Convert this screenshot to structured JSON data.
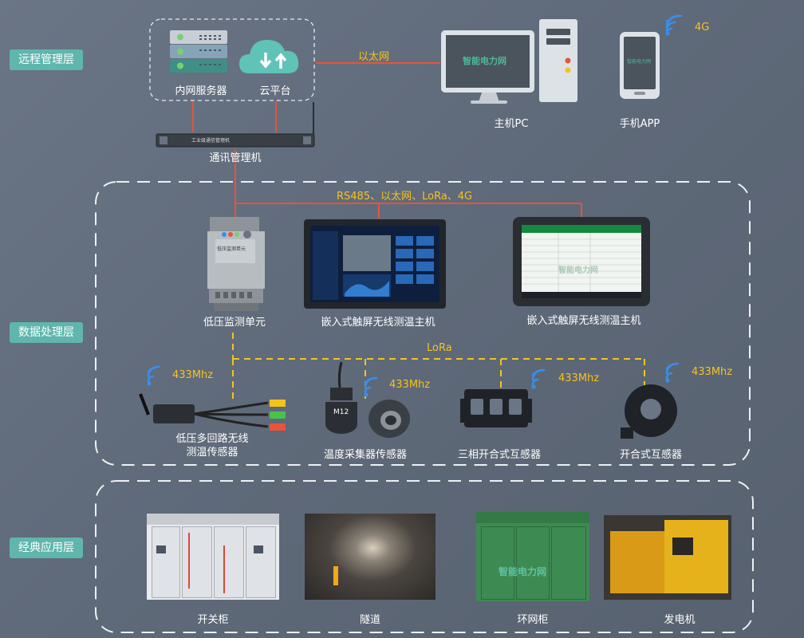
{
  "layers": {
    "remote": "远程管理层",
    "data": "数据处理层",
    "app": "经典应用层"
  },
  "remote": {
    "intranet_server": "内网服务器",
    "cloud_platform": "云平台",
    "ethernet": "以太网",
    "comm_manager": "通讯管理机",
    "comm_manager_panel_text": "工业级通信管理机",
    "host_pc": "主机PC",
    "mobile_app": "手机APP",
    "signal_4g": "4G",
    "watermark": "智能电力网"
  },
  "data_layer": {
    "protocols": "RS485、以太网、LoRa、4G",
    "lv_monitor_unit": "低压监测单元",
    "lv_panel_text": "低压监测单元",
    "touch_host_1": "嵌入式触屏无线测温主机",
    "touch_host_2": "嵌入式触屏无线测温主机",
    "lora": "LoRa",
    "freq_1": "433Mhz",
    "freq_2": "433Mhz",
    "freq_3": "433Mhz",
    "freq_4": "433Mhz",
    "sensor_lv_line1": "低压多回路无线",
    "sensor_lv_line2": "测温传感器",
    "temp_collector": "温度采集器传感器",
    "temp_collector_badge": "M12",
    "three_phase_ct": "三相开合式互感器",
    "split_core_ct": "开合式互感器"
  },
  "app_layer": {
    "switchgear": "开关柜",
    "tunnel": "隧道",
    "ring_main_unit": "环网柜",
    "generator": "发电机"
  },
  "colors": {
    "accent_badge": "#5fb6ad",
    "link_red": "#e8533a",
    "lora_yellow": "#f2c51b",
    "wifi_blue": "#3a8ee8"
  }
}
